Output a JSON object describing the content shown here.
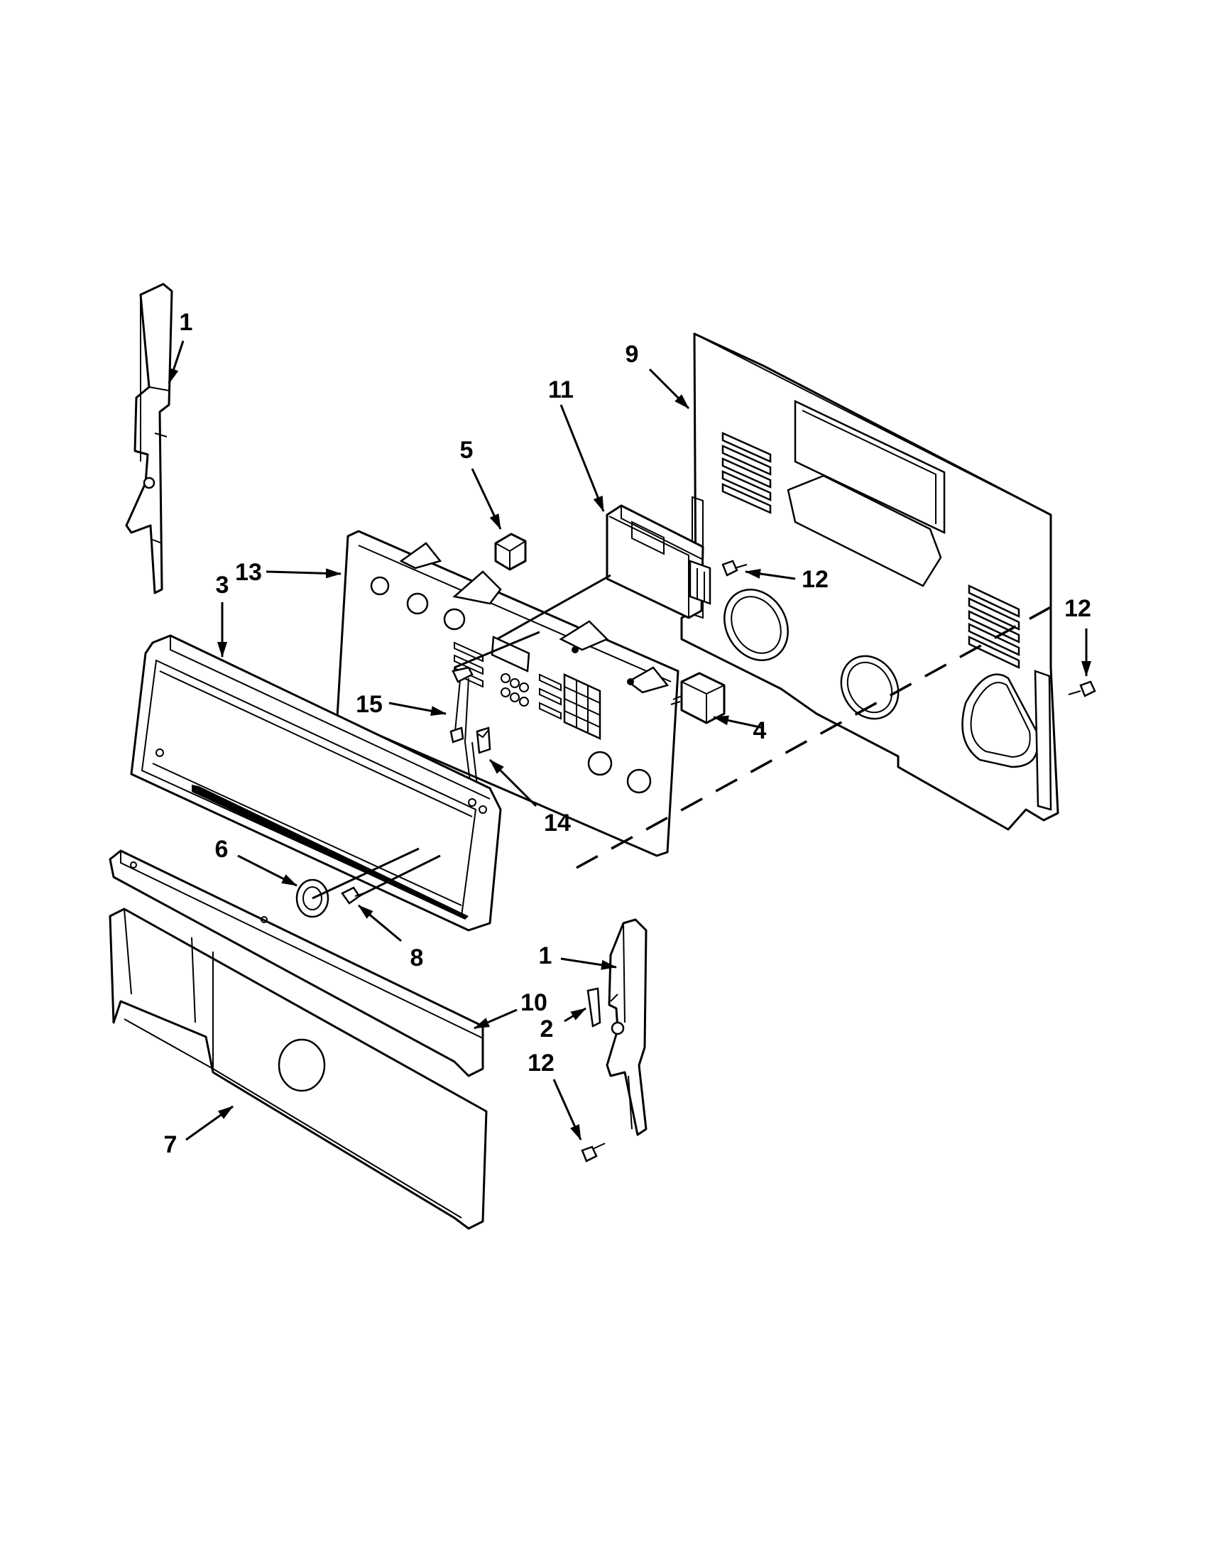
{
  "diagram": {
    "callouts": [
      {
        "id": "c1a",
        "label": "1"
      },
      {
        "id": "c9",
        "label": "9"
      },
      {
        "id": "c11",
        "label": "11"
      },
      {
        "id": "c5",
        "label": "5"
      },
      {
        "id": "c13",
        "label": "13"
      },
      {
        "id": "c3",
        "label": "3"
      },
      {
        "id": "c12a",
        "label": "12"
      },
      {
        "id": "c12b",
        "label": "12"
      },
      {
        "id": "c15",
        "label": "15"
      },
      {
        "id": "c4",
        "label": "4"
      },
      {
        "id": "c14",
        "label": "14"
      },
      {
        "id": "c6",
        "label": "6"
      },
      {
        "id": "c8",
        "label": "8"
      },
      {
        "id": "c1b",
        "label": "1"
      },
      {
        "id": "c10",
        "label": "10"
      },
      {
        "id": "c2",
        "label": "2"
      },
      {
        "id": "c12c",
        "label": "12"
      },
      {
        "id": "c7",
        "label": "7"
      }
    ]
  }
}
